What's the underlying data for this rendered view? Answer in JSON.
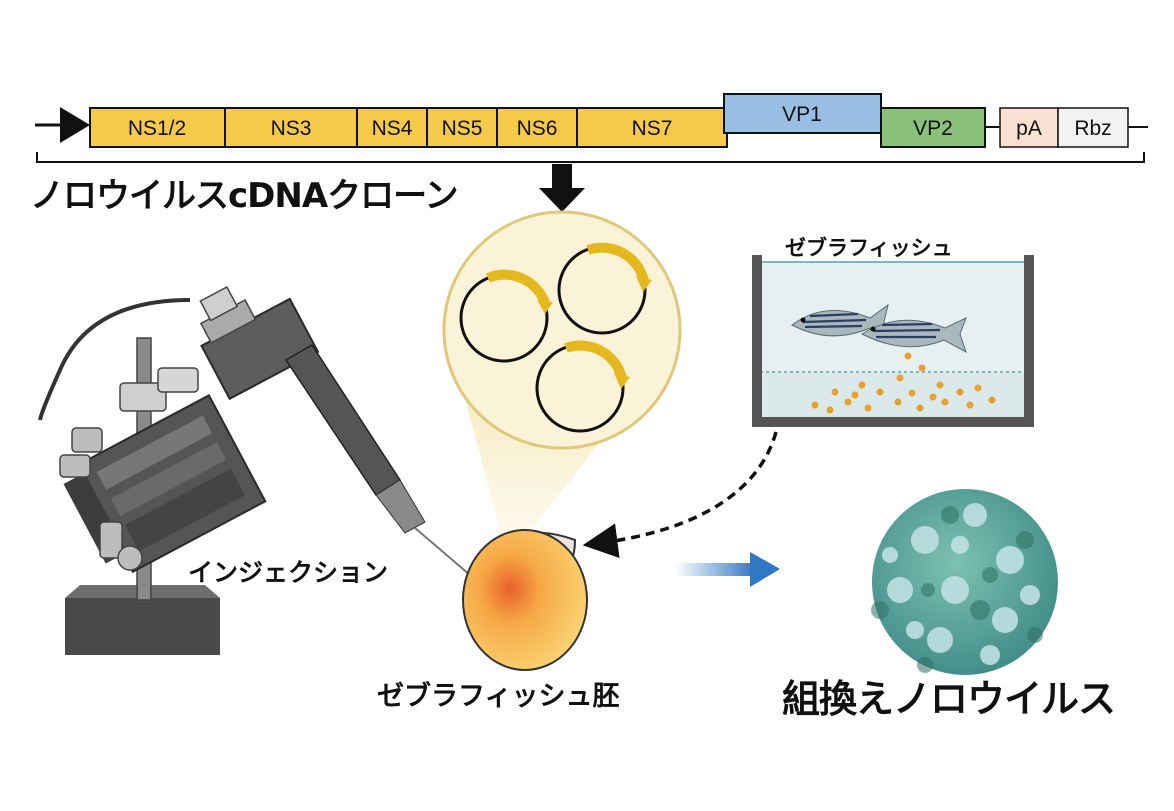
{
  "genome": {
    "segments": [
      {
        "label": "NS1/2",
        "color": "#f5c94a"
      },
      {
        "label": "NS3",
        "color": "#f5c94a"
      },
      {
        "label": "NS4",
        "color": "#f5c94a"
      },
      {
        "label": "NS5",
        "color": "#f5c94a"
      },
      {
        "label": "NS6",
        "color": "#f5c94a"
      },
      {
        "label": "NS7",
        "color": "#f5c94a"
      },
      {
        "label": "VP1",
        "color": "#98bfe3"
      },
      {
        "label": "VP2",
        "color": "#8bc07b"
      },
      {
        "label": "pA",
        "color": "#fbe1d3"
      },
      {
        "label": "Rbz",
        "color": "#f2f2f2"
      }
    ]
  },
  "labels": {
    "clone": "ノロウイルスcDNAクローン",
    "zebrafish": "ゼブラフィッシュ",
    "injection": "インジェクション",
    "embryo": "ゼブラフィッシュ胚",
    "recombinant_virus": "組換えノロウイルス"
  },
  "colors": {
    "plasmid_arrow": "#e6b820",
    "flow_arrow": "#2f78c4",
    "embryo": "#f7cb68",
    "virus": "#5aa39a"
  }
}
